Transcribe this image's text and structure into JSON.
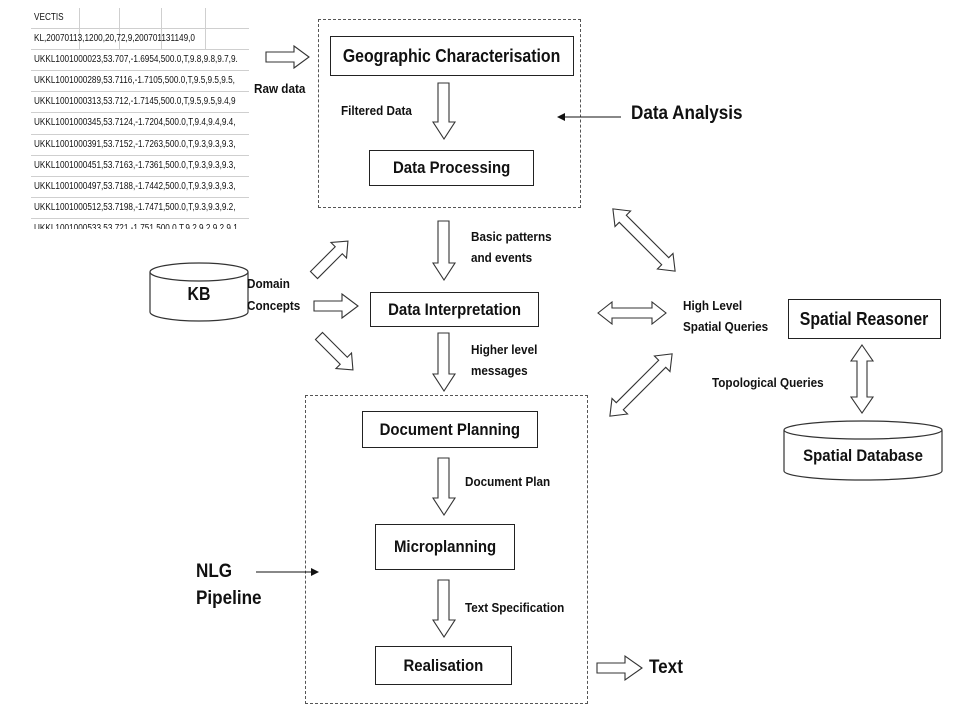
{
  "spreadsheet": {
    "header": "VECTIS",
    "rows": [
      "KL,20070113,1200,20,72,9,200701131149,0",
      "UKKL1001000023,53.707,-1.6954,500.0,T,9.8,9.8,9.7,9.",
      "UKKL1001000289,53.7116,-1.7105,500.0,T,9.5,9.5,9.5,",
      "UKKL1001000313,53.712,-1.7145,500.0,T,9.5,9.5,9.4,9",
      "UKKL1001000345,53.7124,-1.7204,500.0,T,9.4,9.4,9.4,",
      "UKKL1001000391,53.7152,-1.7263,500.0,T,9.3,9.3,9.3,",
      "UKKL1001000451,53.7163,-1.7361,500.0,T,9.3,9.3,9.3,",
      "UKKL1001000497,53.7188,-1.7442,500.0,T,9.3,9.3,9.3,",
      "UKKL1001000512,53.7198,-1.7471,500.0,T,9.3,9.3,9.2,",
      "UKKL1001000533,53.721,-1.751,500.0,T,9.2,9.2,9.2,9.1"
    ]
  },
  "labels": {
    "raw_data": "Raw data",
    "filtered_data": "Filtered Data",
    "data_analysis": "Data Analysis",
    "basic_patterns_1": "Basic patterns",
    "basic_patterns_2": "and events",
    "domain_1": "Domain",
    "domain_2": "Concepts",
    "high_level_1": "High Level",
    "high_level_2": "Spatial Queries",
    "higher_level_1": "Higher level",
    "higher_level_2": "messages",
    "topological_queries": "Topological Queries",
    "document_plan": "Document Plan",
    "text_specification": "Text Specification",
    "nlg_1": "NLG",
    "nlg_2": "Pipeline",
    "text_output": "Text"
  },
  "boxes": {
    "geographic": "Geographic Characterisation",
    "data_processing": "Data Processing",
    "data_interpretation": "Data Interpretation",
    "document_planning": "Document Planning",
    "microplanning": "Microplanning",
    "realisation": "Realisation",
    "spatial_reasoner": "Spatial Reasoner"
  },
  "databases": {
    "kb": "KB",
    "spatial_database": "Spatial Database"
  }
}
